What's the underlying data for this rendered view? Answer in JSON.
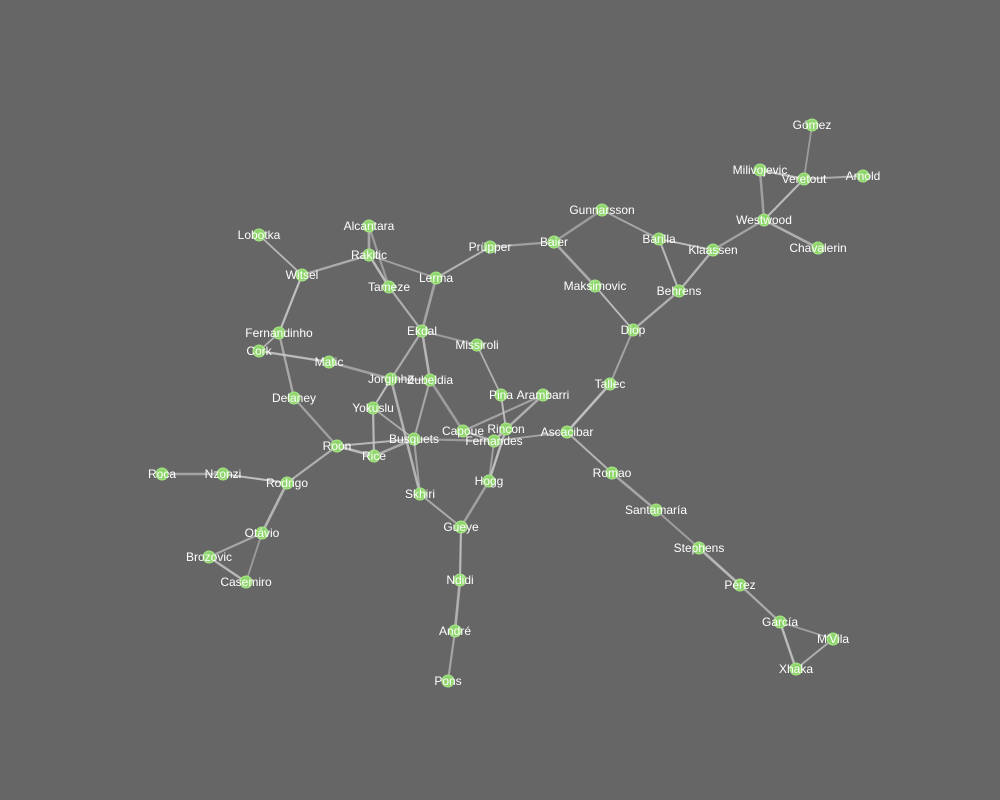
{
  "colors": {
    "background": "#666666",
    "node_fill": "#8ed66b",
    "edge": "#c8c8c8",
    "label": "#ffffff"
  },
  "nodes": [
    {
      "id": "Gómez"
    },
    {
      "id": "Milivojevic"
    },
    {
      "id": "Veretout"
    },
    {
      "id": "Arnold"
    },
    {
      "id": "Westwood"
    },
    {
      "id": "Chavalerin"
    },
    {
      "id": "Gunnarsson"
    },
    {
      "id": "Baier"
    },
    {
      "id": "Barilla"
    },
    {
      "id": "Klaassen"
    },
    {
      "id": "Maksimovic"
    },
    {
      "id": "Behrens"
    },
    {
      "id": "Diop"
    },
    {
      "id": "Tallec"
    },
    {
      "id": "Prüpper"
    },
    {
      "id": "Alcantara"
    },
    {
      "id": "Lobotka"
    },
    {
      "id": "Rakitic"
    },
    {
      "id": "Witsel"
    },
    {
      "id": "Tameze"
    },
    {
      "id": "Lerma"
    },
    {
      "id": "Ekdal"
    },
    {
      "id": "Missiroli"
    },
    {
      "id": "Fernandinho"
    },
    {
      "id": "Cork"
    },
    {
      "id": "Matic"
    },
    {
      "id": "Jorginho"
    },
    {
      "id": "Zubeldia"
    },
    {
      "id": "Delaney"
    },
    {
      "id": "Yokuslu"
    },
    {
      "id": "Pina"
    },
    {
      "id": "Arambarri"
    },
    {
      "id": "Rincon"
    },
    {
      "id": "Capoue"
    },
    {
      "id": "Fernandes"
    },
    {
      "id": "Ascacibar"
    },
    {
      "id": "Busquets"
    },
    {
      "id": "Roon"
    },
    {
      "id": "Rice"
    },
    {
      "id": "Roca"
    },
    {
      "id": "Nzonzi"
    },
    {
      "id": "Rodrigo"
    },
    {
      "id": "Hogg"
    },
    {
      "id": "Romao"
    },
    {
      "id": "Skhiri"
    },
    {
      "id": "Gueye"
    },
    {
      "id": "Santamaría"
    },
    {
      "id": "Stephens"
    },
    {
      "id": "Otávio"
    },
    {
      "id": "Brozovic"
    },
    {
      "id": "Casemiro"
    },
    {
      "id": "Ndidi"
    },
    {
      "id": "Pérez"
    },
    {
      "id": "García"
    },
    {
      "id": "M'Vila"
    },
    {
      "id": "Xhaka"
    },
    {
      "id": "André"
    },
    {
      "id": "Pons"
    }
  ],
  "edges": [
    [
      "Gómez",
      "Veretout"
    ],
    [
      "Milivojevic",
      "Veretout"
    ],
    [
      "Veretout",
      "Arnold"
    ],
    [
      "Milivojevic",
      "Westwood"
    ],
    [
      "Veretout",
      "Westwood"
    ],
    [
      "Westwood",
      "Chavalerin"
    ],
    [
      "Westwood",
      "Klaassen"
    ],
    [
      "Klaassen",
      "Barilla"
    ],
    [
      "Klaassen",
      "Behrens"
    ],
    [
      "Gunnarsson",
      "Barilla"
    ],
    [
      "Gunnarsson",
      "Baier"
    ],
    [
      "Barilla",
      "Behrens"
    ],
    [
      "Baier",
      "Maksimovic"
    ],
    [
      "Baier",
      "Prüpper"
    ],
    [
      "Maksimovic",
      "Diop"
    ],
    [
      "Behrens",
      "Diop"
    ],
    [
      "Diop",
      "Tallec"
    ],
    [
      "Tallec",
      "Ascacibar"
    ],
    [
      "Prüpper",
      "Lerma"
    ],
    [
      "Alcantara",
      "Rakitic"
    ],
    [
      "Alcantara",
      "Tameze"
    ],
    [
      "Lobotka",
      "Witsel"
    ],
    [
      "Witsel",
      "Rakitic"
    ],
    [
      "Rakitic",
      "Lerma"
    ],
    [
      "Rakitic",
      "Tameze"
    ],
    [
      "Tameze",
      "Ekdal"
    ],
    [
      "Lerma",
      "Ekdal"
    ],
    [
      "Witsel",
      "Fernandinho"
    ],
    [
      "Fernandinho",
      "Cork"
    ],
    [
      "Fernandinho",
      "Delaney"
    ],
    [
      "Ekdal",
      "Missiroli"
    ],
    [
      "Ekdal",
      "Zubeldia"
    ],
    [
      "Ekdal",
      "Jorginho"
    ],
    [
      "Matic",
      "Jorginho"
    ],
    [
      "Cork",
      "Matic"
    ],
    [
      "Missiroli",
      "Pina"
    ],
    [
      "Jorginho",
      "Zubeldia"
    ],
    [
      "Jorginho",
      "Yokuslu"
    ],
    [
      "Jorginho",
      "Skhiri"
    ],
    [
      "Zubeldia",
      "Busquets"
    ],
    [
      "Zubeldia",
      "Capoue"
    ],
    [
      "Yokuslu",
      "Rice"
    ],
    [
      "Yokuslu",
      "Busquets"
    ],
    [
      "Delaney",
      "Roon"
    ],
    [
      "Pina",
      "Rincon"
    ],
    [
      "Arambarri",
      "Rincon"
    ],
    [
      "Arambarri",
      "Capoue"
    ],
    [
      "Rincon",
      "Fernandes"
    ],
    [
      "Capoue",
      "Fernandes"
    ],
    [
      "Fernandes",
      "Ascacibar"
    ],
    [
      "Busquets",
      "Fernandes"
    ],
    [
      "Busquets",
      "Roon"
    ],
    [
      "Busquets",
      "Rice"
    ],
    [
      "Busquets",
      "Skhiri"
    ],
    [
      "Roon",
      "Rice"
    ],
    [
      "Roon",
      "Rodrigo"
    ],
    [
      "Fernandes",
      "Hogg"
    ],
    [
      "Rincon",
      "Hogg"
    ],
    [
      "Ascacibar",
      "Romao"
    ],
    [
      "Romao",
      "Santamaría"
    ],
    [
      "Santamaría",
      "Stephens"
    ],
    [
      "Stephens",
      "Pérez"
    ],
    [
      "Pérez",
      "García"
    ],
    [
      "García",
      "M'Vila"
    ],
    [
      "García",
      "Xhaka"
    ],
    [
      "M'Vila",
      "Xhaka"
    ],
    [
      "Roca",
      "Nzonzi"
    ],
    [
      "Nzonzi",
      "Rodrigo"
    ],
    [
      "Rodrigo",
      "Otávio"
    ],
    [
      "Otávio",
      "Brozovic"
    ],
    [
      "Otávio",
      "Casemiro"
    ],
    [
      "Brozovic",
      "Casemiro"
    ],
    [
      "Skhiri",
      "Gueye"
    ],
    [
      "Hogg",
      "Gueye"
    ],
    [
      "Gueye",
      "Ndidi"
    ],
    [
      "Ndidi",
      "André"
    ],
    [
      "André",
      "Pons"
    ]
  ]
}
